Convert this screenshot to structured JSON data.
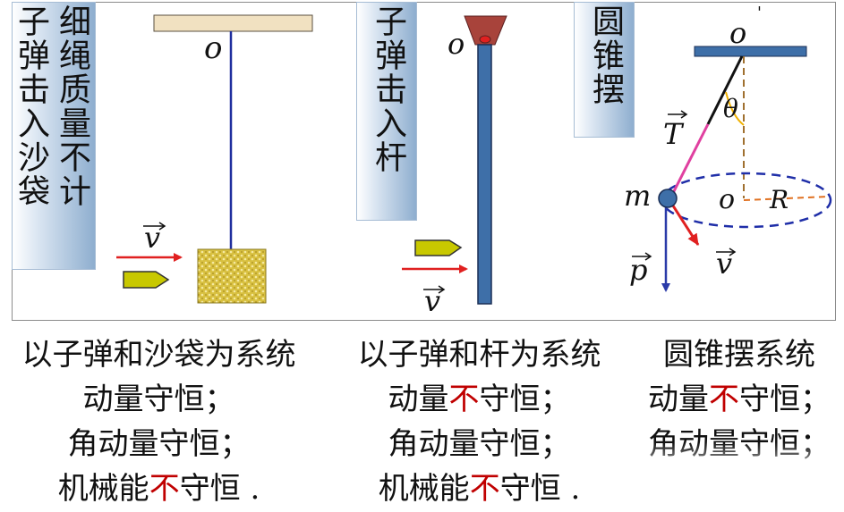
{
  "panels": {
    "sandbag": {
      "label_col1": "子弹击入沙袋",
      "label_col2": "细绳质量不计",
      "pivot": "o",
      "velocity": "v"
    },
    "rod": {
      "label": "子弹击入杆",
      "pivot": "o",
      "velocity": "v"
    },
    "conical": {
      "label": "圆锥摆",
      "pivot_top": "o",
      "pivot_top_prime": "'",
      "angle": "θ",
      "tension": "T",
      "mass": "m",
      "center": "o",
      "radius": "R",
      "momentum": "p",
      "velocity": "v"
    }
  },
  "captions": {
    "sandbag": {
      "line1": "以子弹和沙袋为系统",
      "line2": "动量守恒；",
      "line3": "角动量守恒；",
      "line4_pre": "机械能",
      "line4_red": "不",
      "line4_post": "守恒 ."
    },
    "rod": {
      "line1": "以子弹和杆为系统",
      "line2_pre": "动量",
      "line2_red": "不",
      "line2_post": "守恒；",
      "line3": "角动量守恒；",
      "line4_pre": "机械能",
      "line4_red": "不",
      "line4_post": "守恒 ."
    },
    "conical": {
      "line1": "圆锥摆系统",
      "line2_pre": "动量",
      "line2_red": "不",
      "line2_post": "守恒；",
      "line3": "角动量守恒；"
    }
  },
  "colors": {
    "rope": "#1f2e9e",
    "rod": "#3e6fa8",
    "arrow": "#e02020",
    "bullet": "#c8c800",
    "sandbag": "#d8c040",
    "ceiling": "#f1e1c1",
    "rod_cap": "#a8433b",
    "highlight": "#c00000"
  }
}
